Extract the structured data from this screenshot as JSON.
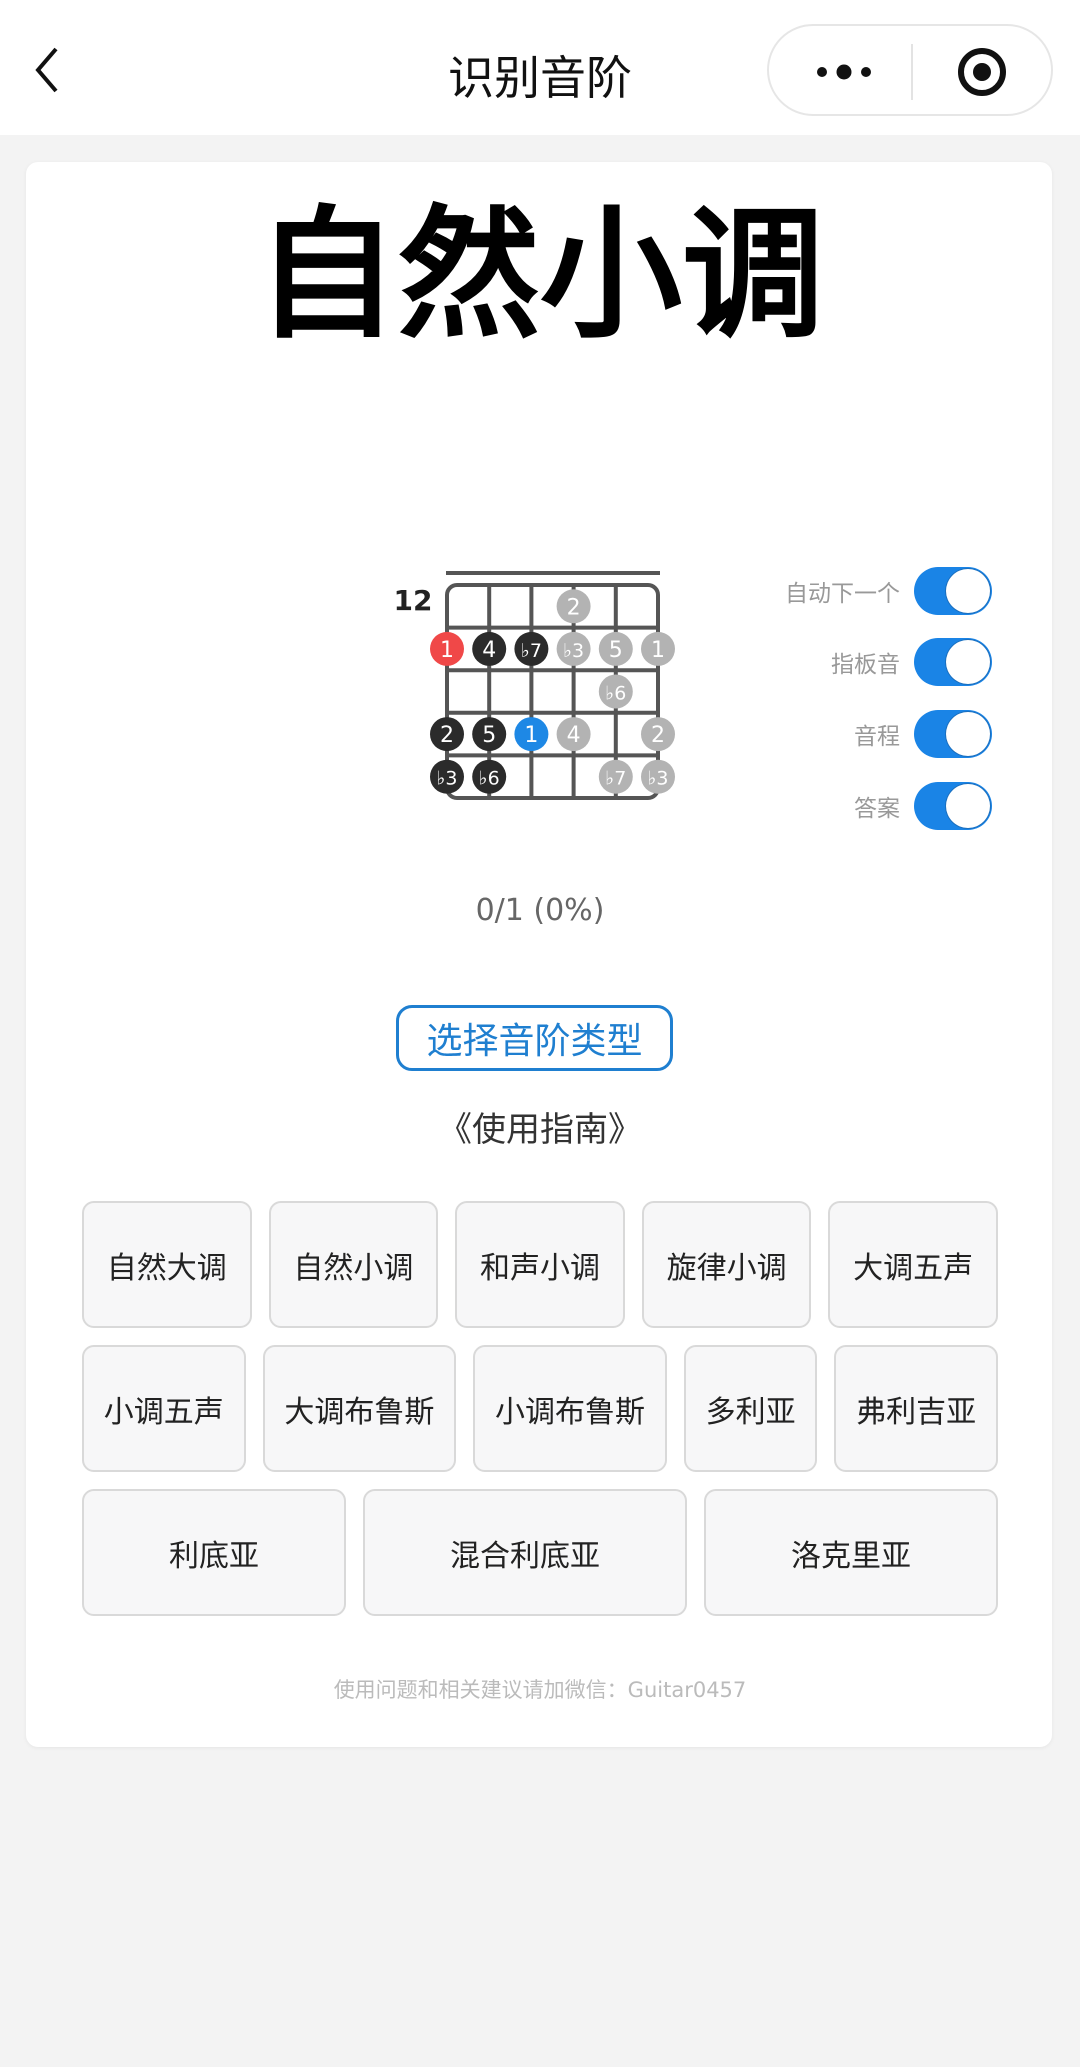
{
  "header": {
    "title": "识别音阶",
    "back_icon": "chevron-left",
    "more_icon": "more-dots",
    "target_icon": "target-circle"
  },
  "scale_name": "自然小调",
  "fretboard": {
    "start_fret": "12",
    "strings": 6,
    "frets": 5,
    "colors": {
      "root_red": "#f04848",
      "dark": "#2b2b2b",
      "blue": "#1e88e5",
      "gray": "#b3b3b3",
      "line": "#555555"
    },
    "dots": [
      {
        "row": 0,
        "col": 3,
        "label": "2",
        "color": "gray"
      },
      {
        "row": 1,
        "col": 0,
        "label": "1",
        "color": "root_red"
      },
      {
        "row": 1,
        "col": 1,
        "label": "4",
        "color": "dark"
      },
      {
        "row": 1,
        "col": 2,
        "label": "♭7",
        "color": "dark"
      },
      {
        "row": 1,
        "col": 3,
        "label": "♭3",
        "color": "gray"
      },
      {
        "row": 1,
        "col": 4,
        "label": "5",
        "color": "gray"
      },
      {
        "row": 1,
        "col": 5,
        "label": "1",
        "color": "gray"
      },
      {
        "row": 2,
        "col": 4,
        "label": "♭6",
        "color": "gray"
      },
      {
        "row": 3,
        "col": 0,
        "label": "2",
        "color": "dark"
      },
      {
        "row": 3,
        "col": 1,
        "label": "5",
        "color": "dark"
      },
      {
        "row": 3,
        "col": 2,
        "label": "1",
        "color": "blue"
      },
      {
        "row": 3,
        "col": 3,
        "label": "4",
        "color": "gray"
      },
      {
        "row": 3,
        "col": 5,
        "label": "2",
        "color": "gray"
      },
      {
        "row": 4,
        "col": 0,
        "label": "♭3",
        "color": "dark"
      },
      {
        "row": 4,
        "col": 1,
        "label": "♭6",
        "color": "dark"
      },
      {
        "row": 4,
        "col": 4,
        "label": "♭7",
        "color": "gray"
      },
      {
        "row": 4,
        "col": 5,
        "label": "♭3",
        "color": "gray"
      }
    ]
  },
  "toggles": [
    {
      "label": "自动下一个",
      "on": true
    },
    {
      "label": "指板音",
      "on": true
    },
    {
      "label": "音程",
      "on": true
    },
    {
      "label": "答案",
      "on": true
    }
  ],
  "score": "0/1 (0%)",
  "select_button": "选择音阶类型",
  "guide_link": "《使用指南》",
  "scale_buttons": [
    [
      "自然大调",
      "自然小调",
      "和声小调",
      "旋律小调",
      "大调五声"
    ],
    [
      "小调五声",
      "大调布鲁斯",
      "小调布鲁斯",
      "多利亚",
      "弗利吉亚"
    ],
    [
      "利底亚",
      "混合利底亚",
      "洛克里亚"
    ]
  ],
  "footer": "使用问题和相关建议请加微信：Guitar0457",
  "accent": "#1f7fd0"
}
